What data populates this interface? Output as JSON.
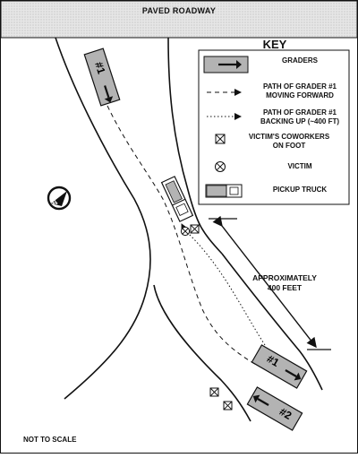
{
  "road_label": "PAVED ROADWAY",
  "key": {
    "title": "KEY",
    "graders": "GRADERS",
    "path_forward_line1": "PATH OF GRADER #1",
    "path_forward_line2": "MOVING FORWARD",
    "path_backing_line1": "PATH OF GRADER #1",
    "path_backing_line2": "BACKING UP (~400 FT)",
    "coworkers_line1": "VICTIM'S COWORKERS",
    "coworkers_line2": "ON FOOT",
    "victim": "VICTIM",
    "pickup": "PICKUP TRUCK"
  },
  "grader1_label": "#1",
  "grader2_label": "#2",
  "distance_line1": "APPROXIMATELY",
  "distance_line2": "400 FEET",
  "not_to_scale": "NOT TO SCALE",
  "north_label": "N",
  "colors": {
    "grader_fill": "#b3b3b3",
    "road_fill": "#dcdcdc",
    "line": "#111111"
  }
}
